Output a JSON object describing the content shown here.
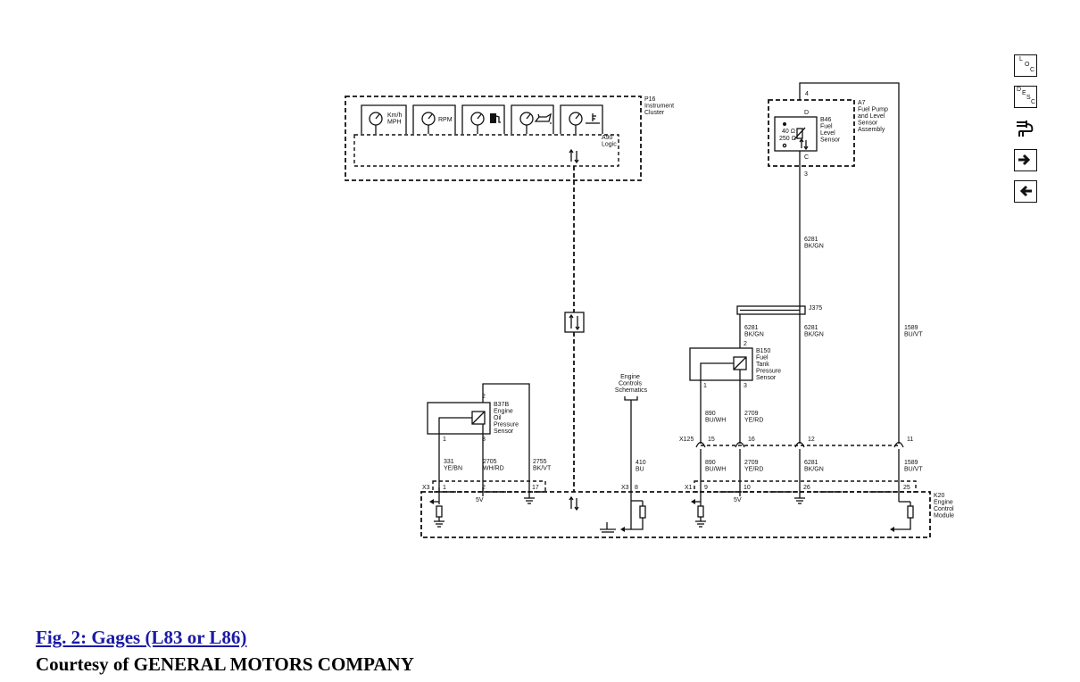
{
  "nav": {
    "loc": [
      "L",
      "O",
      "C"
    ],
    "desc": [
      "D",
      "E",
      "S",
      "C"
    ]
  },
  "cluster": {
    "label": [
      "P16",
      "Instrument",
      "Cluster"
    ],
    "logic_label": [
      "A90",
      "Logic"
    ],
    "gauge_kmh": [
      "Km/h",
      "MPH"
    ],
    "gauge_rpm": "RPM"
  },
  "fuel_pump": {
    "label": [
      "A7",
      "Fuel Pump",
      "and Level",
      "Sensor",
      "Assembly"
    ],
    "sensor_label": [
      "B46",
      "Fuel",
      "Level",
      "Sensor"
    ],
    "res_high": "40 Ω",
    "res_low": "250 Ω",
    "pin_top": "4",
    "pin_d": "D",
    "pin_c": "C",
    "pin_bottom": "3"
  },
  "wires": {
    "w6281_top": [
      "6281",
      "BK/GN"
    ],
    "splice": "J375",
    "w6281_left": [
      "6281",
      "BK/GN"
    ],
    "w6281_mid": [
      "6281",
      "BK/GN"
    ],
    "w1589_top": [
      "1589",
      "BU/VT"
    ],
    "w890_a": [
      "890",
      "BU/WH"
    ],
    "w2709_a": [
      "2709",
      "YE/RD"
    ],
    "w890_b": [
      "890",
      "BU/WH"
    ],
    "w2709_b": [
      "2709",
      "YE/RD"
    ],
    "w6281_b": [
      "6281",
      "BK/GN"
    ],
    "w1589_b": [
      "1589",
      "BU/VT"
    ],
    "w331": [
      "331",
      "YE/BN"
    ],
    "w2705": [
      "2705",
      "WH/RD"
    ],
    "w2755": [
      "2755",
      "BK/VT"
    ],
    "w410": [
      "410",
      "BU"
    ]
  },
  "fuel_tank_sensor": {
    "label": [
      "B150",
      "Fuel",
      "Tank",
      "Pressure",
      "Sensor"
    ],
    "pin_top": "2",
    "pin_1": "1",
    "pin_3": "3"
  },
  "oil_sensor": {
    "label": [
      "B37B",
      "Engine",
      "Oil",
      "Pressure",
      "Sensor"
    ],
    "pin_top": "2",
    "pin_1": "1",
    "pin_3": "3"
  },
  "engine_controls": [
    "Engine",
    "Controls",
    "Schematics"
  ],
  "x125": {
    "name": "X125",
    "pins": [
      "15",
      "16",
      "12",
      "11"
    ]
  },
  "ecm": {
    "label": [
      "K20",
      "Engine",
      "Control",
      "Module"
    ],
    "x3": "X3",
    "x3_pin_1": "1",
    "x3_pin_2": "2",
    "x3_pin_17": "17",
    "x3b": "X3",
    "x3b_pin_8": "8",
    "x1": "X1",
    "x1_pin_9": "9",
    "x1_pin_10": "10",
    "x1_pin_26": "26",
    "x1_pin_25": "25",
    "v5_a": "5V",
    "v5_b": "5V"
  },
  "caption": {
    "figure": "Fig. 2: Gages (L83 or L86)",
    "credit": "Courtesy of GENERAL MOTORS COMPANY"
  }
}
